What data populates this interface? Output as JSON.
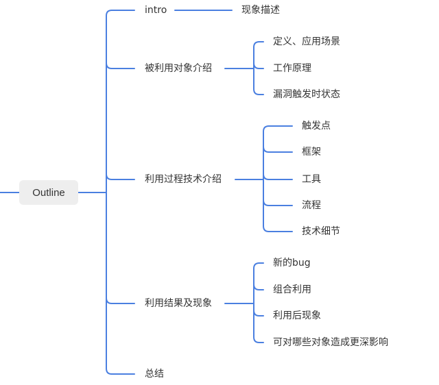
{
  "root": "Outline",
  "colors": {
    "line": "#4a7fe0",
    "root_bg": "#eeeeee",
    "text": "#333333"
  },
  "branches": [
    {
      "label": "intro",
      "children": [
        "现象描述"
      ]
    },
    {
      "label": "被利用对象介绍",
      "children": [
        "定义、应用场景",
        "工作原理",
        "漏洞触发时状态"
      ]
    },
    {
      "label": "利用过程技术介绍",
      "children": [
        "触发点",
        "框架",
        "工具",
        "流程",
        "技术细节"
      ]
    },
    {
      "label": "利用结果及现象",
      "children": [
        "新的bug",
        "组合利用",
        "利用后现象",
        "可对哪些对象造成更深影响"
      ]
    },
    {
      "label": "总结",
      "children": []
    }
  ]
}
